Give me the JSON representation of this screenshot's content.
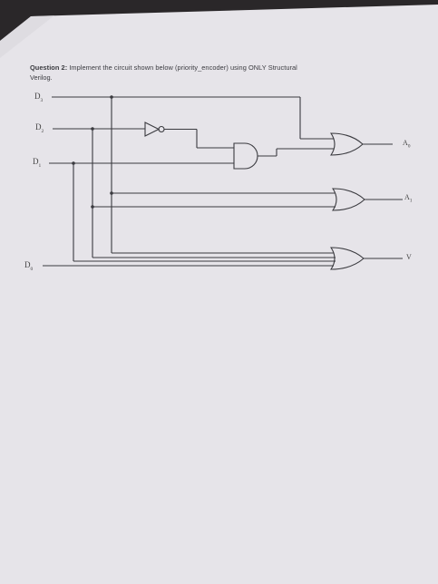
{
  "question": {
    "label": "Question 2:",
    "text": "Implement the circuit shown below (priority_encoder) using ONLY Structural",
    "text_line2": "Verilog."
  },
  "inputs": [
    {
      "name": "D",
      "sub": "3"
    },
    {
      "name": "D",
      "sub": "2"
    },
    {
      "name": "D",
      "sub": "1"
    },
    {
      "name": "D",
      "sub": "0"
    }
  ],
  "outputs": [
    {
      "name": "A",
      "sub": "0"
    },
    {
      "name": "A",
      "sub": "1"
    },
    {
      "name": "V",
      "sub": ""
    }
  ],
  "gates": [
    "NOT",
    "AND",
    "OR",
    "OR",
    "OR"
  ],
  "colors": {
    "paper": "#e7e5ea",
    "ink": "#3a3a3f",
    "background": "#2a2729"
  }
}
